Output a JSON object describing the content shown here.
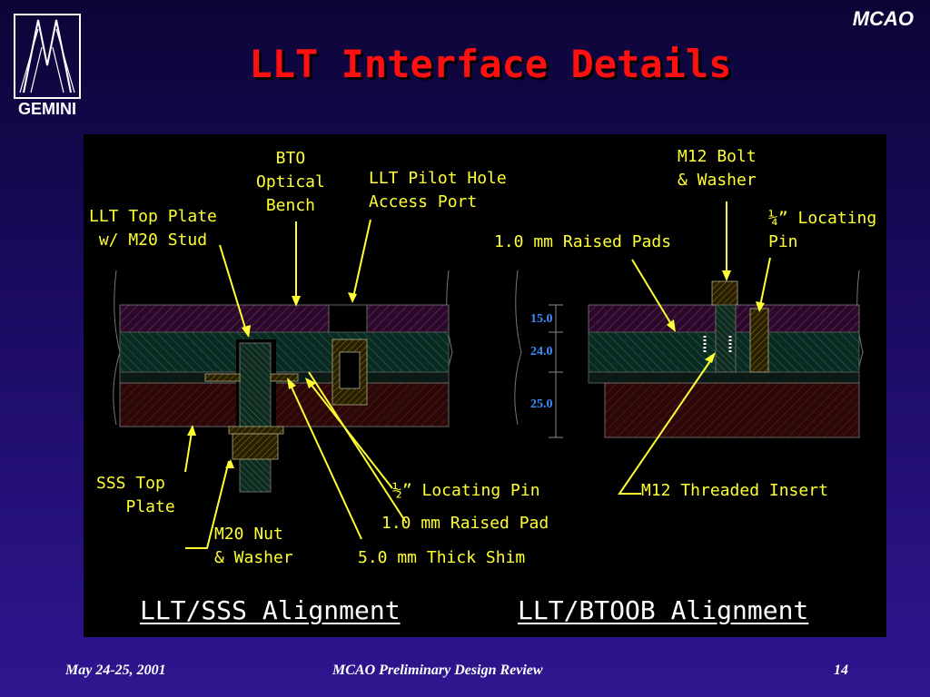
{
  "logo": {
    "text": "GEMINI"
  },
  "corner_label": "MCAO",
  "title": "LLT Interface Details",
  "labels": {
    "bto": "BTO\nOptical\nBench",
    "pilot_hole": "LLT Pilot Hole\nAccess Port",
    "top_plate": "LLT Top Plate\n w/ M20 Stud",
    "sss_plate": "SSS Top\n   Plate",
    "m20_nut": "M20 Nut\n& Washer",
    "locating_pin_left": "½” Locating Pin",
    "raised_pad": "1.0 mm Raised Pad",
    "shim": "5.0 mm Thick Shim",
    "m12_bolt": "M12 Bolt\n& Washer",
    "locating_pin_right": "¼” Locating\nPin",
    "raised_pads": "1.0 mm Raised Pads",
    "threaded_insert": "M12 Threaded Insert"
  },
  "dimensions": {
    "d1": "15.0",
    "d2": "24.0",
    "d3": "25.0"
  },
  "captions": {
    "left": "LLT/SSS Alignment",
    "right": "LLT/BTOOB Alignment"
  },
  "footer": {
    "date": "May 24-25, 2001",
    "event": "MCAO Preliminary Design Review",
    "page": "14"
  }
}
